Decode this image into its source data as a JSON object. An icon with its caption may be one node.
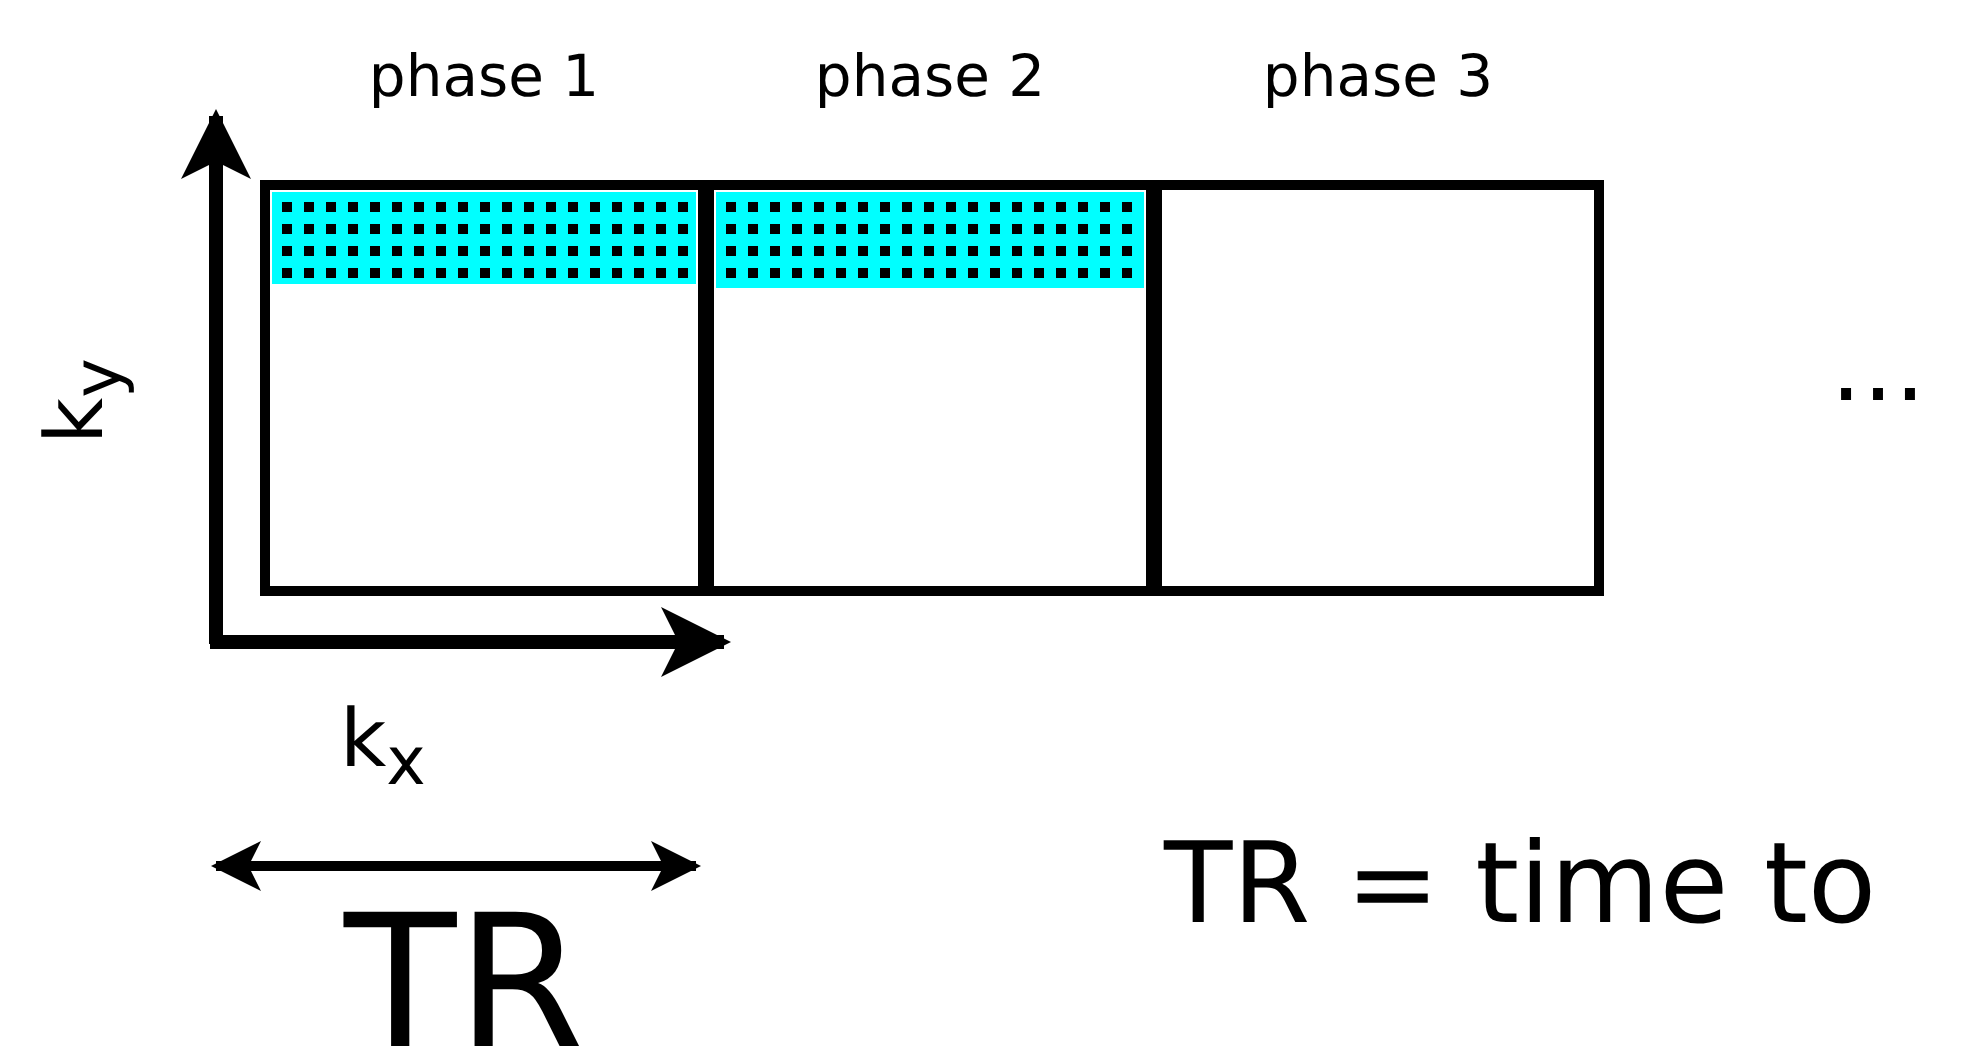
{
  "diagram": {
    "nodes": [
      {
        "text": [
          "phase 1"
        ]
      },
      {
        "text": [],
        "shape": "bar",
        "in": 0
      },
      {
        "text": [
          "phase 2"
        ]
      },
      {
        "text": [],
        "shape": "bar",
        "in": 2
      },
      {
        "text": [
          "phase 3"
        ]
      }
    ],
    "labels": [
      "k$_{y}$",
      "k$_{x}$",
      "…",
      "TR",
      "TR = time to"
    ]
  }
}
